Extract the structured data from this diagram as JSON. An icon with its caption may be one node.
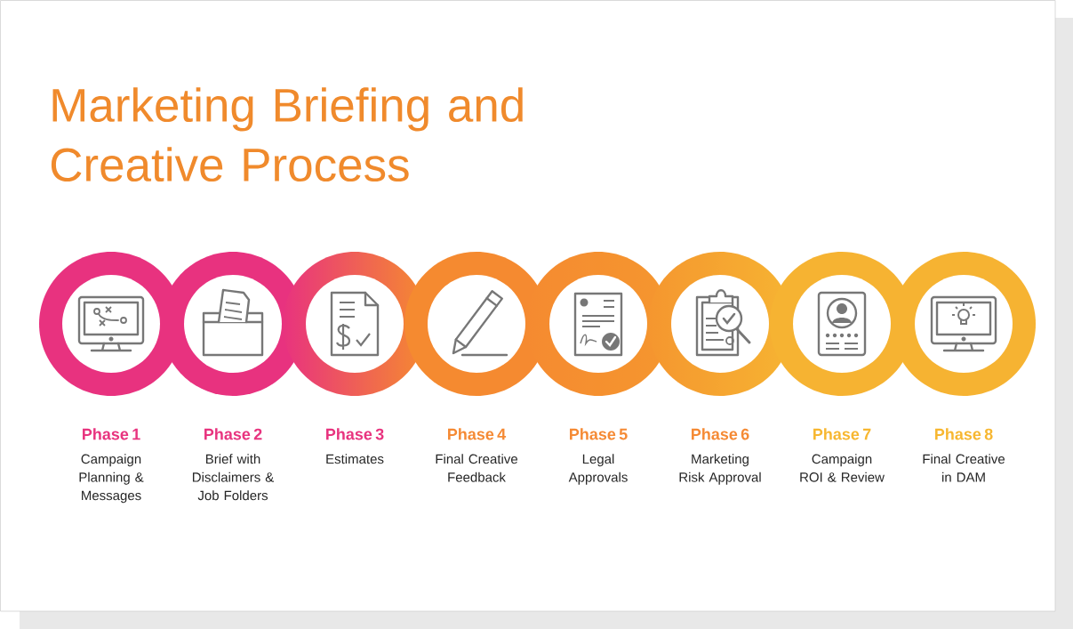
{
  "diagram": {
    "title": "Marketing Briefing and Creative Process",
    "nodes": [
      {
        "text": [
          "Phase 1"
        ]
      },
      {
        "text": [
          "Phase 2"
        ]
      },
      {
        "text": [
          "Phase 3"
        ]
      },
      {
        "text": [
          "Phase 4"
        ]
      },
      {
        "text": [
          "Phase 5"
        ]
      },
      {
        "text": [
          "Phase 6"
        ]
      },
      {
        "text": [
          "Phase 7"
        ]
      },
      {
        "text": [
          "Phase 8"
        ]
      }
    ],
    "labels": [
      "Campaign Planning & Messages",
      "Brief with Disclaimers & Job Folders",
      "Estimates",
      "Final Creative Feedback",
      "Legal Approvals",
      "Marketing Risk Approval",
      "Campaign ROI & Review",
      "Final Creative in DAM"
    ]
  }
}
